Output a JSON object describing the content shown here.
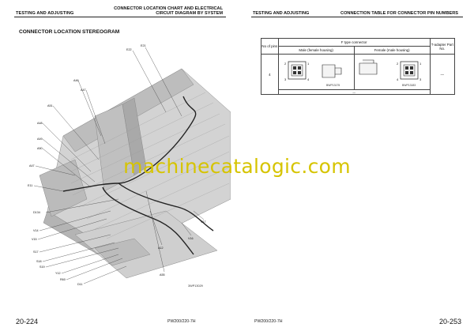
{
  "left_page": {
    "header_left": "TESTING AND ADJUSTING",
    "header_right_lines": [
      "CONNECTOR LOCATION CHART AND ELECTRICAL",
      "CIRCUIT DIAGRAM BY SYSTEM"
    ],
    "section_title": "CONNECTOR LOCATION STEREOGRAM",
    "figure_code": "3WP13029",
    "page_number": "20-224",
    "model": "PW200/220-7H",
    "connector_labels": [
      "E22",
      "E21",
      "A46",
      "A47",
      "A51",
      "A48",
      "A49",
      "A50",
      "A47",
      "E11",
      "D134",
      "V14",
      "V15",
      "S17",
      "S18",
      "S19",
      "Y12",
      "R60",
      "D11",
      "A55",
      "A12",
      "V16",
      "V17"
    ]
  },
  "right_page": {
    "header_left": "TESTING AND ADJUSTING",
    "header_right": "CONNECTION TABLE FOR CONNECTOR PIN NUMBERS",
    "page_number": "20-253",
    "model": "PW200/220-7H",
    "table": {
      "col_pins": "No of pins",
      "group_header": "F type connector",
      "col_male": "Male (female housing)",
      "col_female": "Female (male housing)",
      "col_tadapter": "T-adapter Part No.",
      "row_pins": "4",
      "male_pin_numbers": [
        "2",
        "1",
        "3",
        "4"
      ],
      "female_pin_numbers": [
        "2",
        "1",
        "4",
        "3"
      ],
      "male_code": "BWP13175",
      "female_code": "BWP13183",
      "tadapter_value": "—",
      "footer_value": "—"
    }
  },
  "watermark": "machinecatalogic.com"
}
